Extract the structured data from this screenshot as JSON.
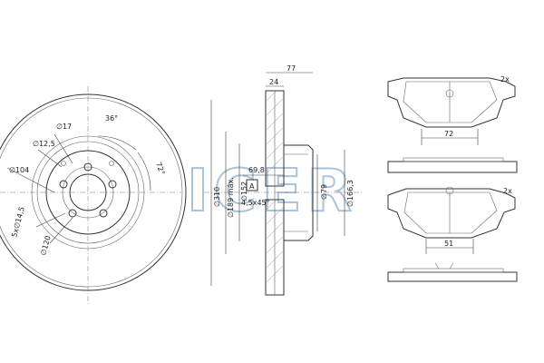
{
  "watermark": {
    "text": "ICER"
  },
  "front_view": {
    "labels": {
      "d17": "∅17",
      "angle36": "36°",
      "d12_5": "∅12,5",
      "d104": "∅104",
      "bolts": "5x∅14,5",
      "d120": "∅120",
      "angle72": "72°"
    }
  },
  "side_view": {
    "labels": {
      "w77": "77",
      "w24": "24",
      "d310": "∅310",
      "d189": "∅189 máx.",
      "d152": "∅152",
      "h69_8": "69,8",
      "ref_a": "A",
      "chamfer": "4,5x45°",
      "d79": "∅79",
      "d166_3": "∅166,3"
    }
  },
  "pads": {
    "top": {
      "qty": "2x",
      "width": "72"
    },
    "bottom": {
      "qty": "2x",
      "width": "51"
    }
  }
}
